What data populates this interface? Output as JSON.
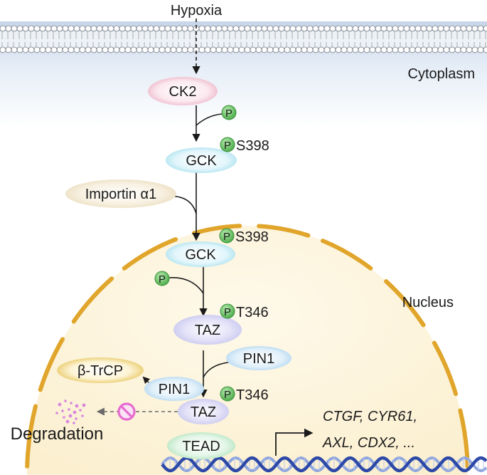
{
  "labels": {
    "hypoxia": "Hypoxia",
    "cytoplasm": "Cytoplasm",
    "nucleus": "Nucleus",
    "degradation": "Degradation",
    "targets_line1": "CTGF, CYR61,",
    "targets_line2": "AXL, CDX2, ..."
  },
  "proteins": {
    "ck2": "CK2",
    "gck_cyto": "GCK",
    "importin": "Importin α1",
    "gck_nuc": "GCK",
    "taz": "TAZ",
    "pin1_free": "PIN1",
    "btrcp": "β-TrCP",
    "pin1_bound": "PIN1",
    "taz_bound": "TAZ",
    "tead": "TEAD"
  },
  "phospho": {
    "symbol": "P",
    "gck_site": "S398",
    "gck_nuc_site": "S398",
    "taz_site": "T346",
    "taz_bound_site": "T346"
  },
  "colors": {
    "ck2": "#e9a9bf",
    "gck": "#9fdcec",
    "importin": "#e8d9b8",
    "taz": "#c4c2ec",
    "pin1": "#a7d2ee",
    "btrcp": "#e0b83a",
    "tead": "#a9e0b5",
    "phospho": "#57b653",
    "nucleus_fill": "#fdf5dd",
    "nucleus_border": "#e0a52a",
    "inhibit": "#e66cd0",
    "degradation_dots": "#d987e0",
    "dna": "#2d49a8"
  }
}
